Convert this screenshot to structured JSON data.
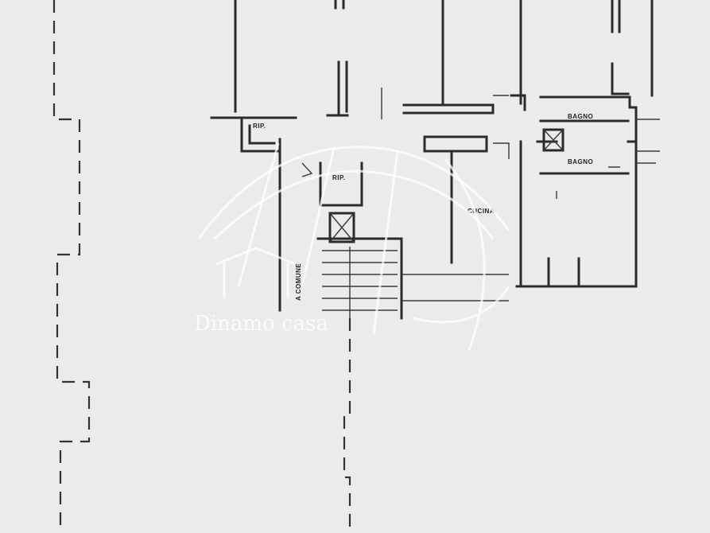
{
  "floor_plan": {
    "rooms": {
      "rip_top": "RIP.",
      "rip_mid": "RIP.",
      "bagno_1": "BAGNO",
      "bagno_2": "BAGNO",
      "cucina": "CUCINA",
      "a_comune": "A COMUNE"
    },
    "watermark": {
      "text": "Dinamo casa"
    }
  }
}
